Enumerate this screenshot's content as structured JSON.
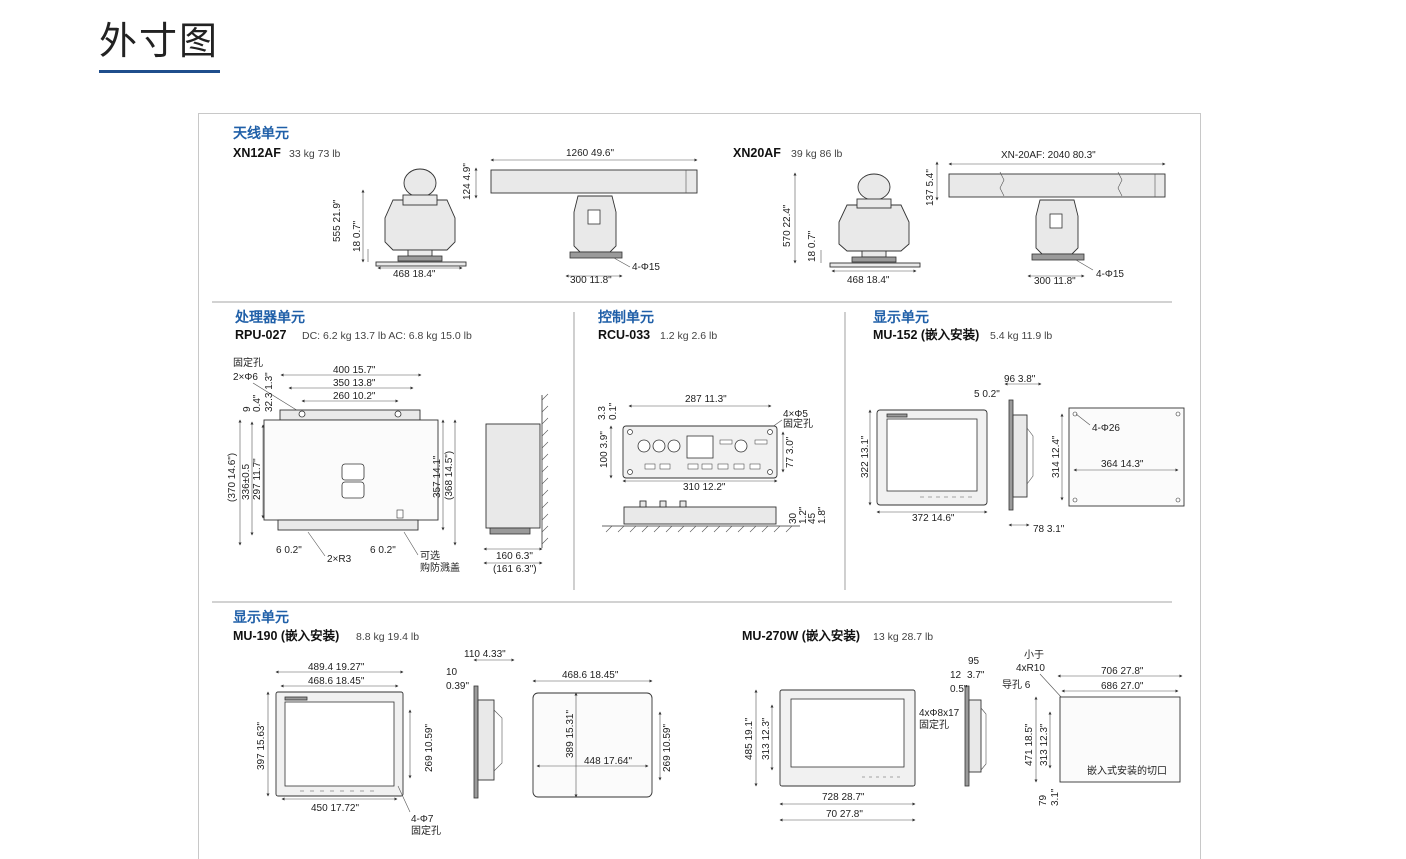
{
  "page": {
    "title": "外寸图"
  },
  "antenna": {
    "section": "天线单元",
    "xn12": {
      "model": "XN12AF",
      "weight": "33 kg  73 lb",
      "dims": {
        "top": "124  4.9\"",
        "height": "555  21.9\"",
        "base": "18  0.7\"",
        "width": "468  18.4\"",
        "length": "1260  49.6\"",
        "mount": "300  11.8\"",
        "holes": "4-Φ15"
      }
    },
    "xn20": {
      "model": "XN20AF",
      "weight": "39 kg  86 lb",
      "dims": {
        "top": "137  5.4\"",
        "height": "570  22.4\"",
        "base": "18  0.7\"",
        "width": "468  18.4\"",
        "length": "XN-20AF: 2040  80.3\"",
        "mount": "300  11.8\"",
        "holes": "4-Φ15"
      }
    }
  },
  "processor": {
    "section": "处理器单元",
    "model": "RPU-027",
    "weight": "DC: 6.2 kg  13.7 lb   AC: 6.8 kg  15.0 lb",
    "dims": {
      "hole_label": "固定孔",
      "hole_count": "2×Φ6",
      "w400": "400  15.7\"",
      "w350": "350  13.8\"",
      "w260": "260  10.2\"",
      "h13": "32.3  1.3\"",
      "h9": "9",
      "h04": "0.4\"",
      "h370": "(370  14.6\")",
      "h336": "336±0.5",
      "h297": "297  11.7\"",
      "h357": "357  14.1\"",
      "h368": "(368  14.5\")",
      "b6l": "6  0.2\"",
      "b6r": "6  0.2\"",
      "r3": "2×R3",
      "opt": "可选",
      "opt2": "购防溅盖",
      "d160": "160  6.3\"",
      "d161": "(161  6.3\")"
    }
  },
  "control": {
    "section": "控制单元",
    "model": "RCU-033",
    "weight": "1.2 kg  2.6 lb",
    "dims": {
      "w287": "287  11.3\"",
      "holes": "4×Φ5",
      "hole_label": "固定孔",
      "t33": "3.3",
      "t01": "0.1\"",
      "h100": "100  3.9\"",
      "h77": "77  3.0\"",
      "w310": "310  12.2\"",
      "d30": "30",
      "d12": "1.2\"",
      "d45": "45",
      "d18": "1.8\""
    }
  },
  "display152": {
    "section": "显示单元",
    "model": "MU-152 (嵌入安装)",
    "weight": "5.4 kg  11.9 lb",
    "dims": {
      "d96": "96  3.8\"",
      "d5": "5  0.2\"",
      "h322": "322  13.1\"",
      "w372": "372  14.6\"",
      "d78": "78  3.1\"",
      "holes": "4-Φ26",
      "c364": "364  14.3\"",
      "c314": "314  12.4\""
    }
  },
  "display_large": {
    "section": "显示单元",
    "mu190": {
      "model": "MU-190 (嵌入安装)",
      "weight": "8.8 kg  19.4 lb",
      "dims": {
        "w489": "489.4  19.27\"",
        "w468": "468.6  18.45\"",
        "h397": "397  15.63\"",
        "h269": "269  10.59\"",
        "w450": "450  17.72\"",
        "holes": "4-Φ7",
        "hole_label": "固定孔",
        "d110": "110  4.33\"",
        "d10": "10",
        "d039": "0.39\"",
        "c468": "468.6  18.45\"",
        "c389": "389  15.31\"",
        "c448": "448  17.64\"",
        "c269": "269  10.59\""
      }
    },
    "mu270": {
      "model": "MU-270W (嵌入安装)",
      "weight": "13 kg  28.7 lb",
      "dims": {
        "h485": "485  19.1\"",
        "h313": "313  12.3\"",
        "w728": "728  28.7\"",
        "w70": "70  27.8\"",
        "holes": "4xΦ8x17",
        "hole_label": "固定孔",
        "d12": "12",
        "d05": "0.5\"",
        "d95": "95",
        "d37": "3.7\"",
        "small": "小于",
        "r10": "4xR10",
        "guide": "导孔 6",
        "c706": "706  27.8\"",
        "c686": "686  27.0\"",
        "c471": "471  18.5\"",
        "c313": "313  12.3\"",
        "c79": "79",
        "c31": "3.1\"",
        "cutout": "嵌入式安装的切口"
      }
    }
  }
}
